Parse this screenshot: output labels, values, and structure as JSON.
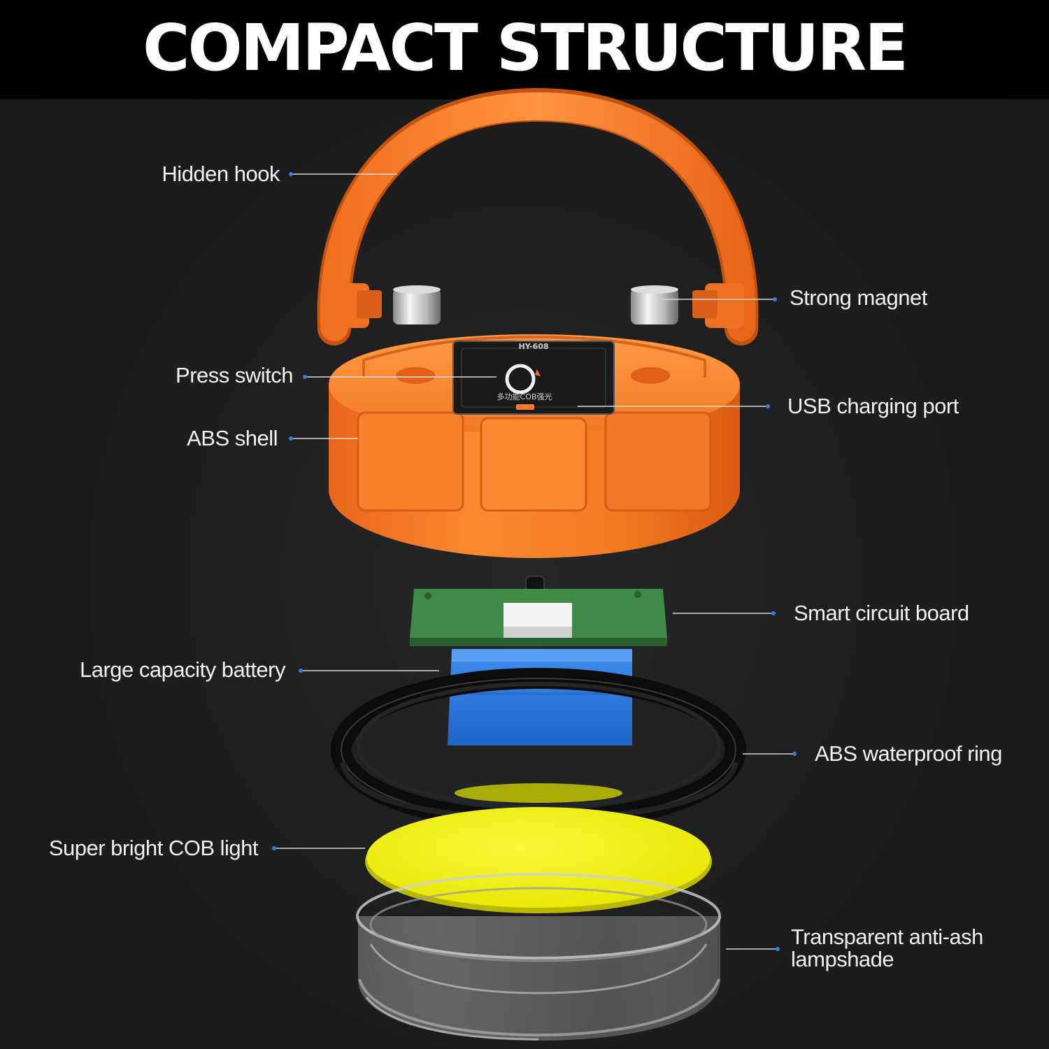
{
  "title": "COMPACT STRUCTURE",
  "colors": {
    "background": "#1c1c1c",
    "title_bar": "#000000",
    "accent_orange": "#f27a22",
    "circuit_green": "#3e8a46",
    "battery_blue": "#2f7fe0",
    "cob_yellow": "#f2f216",
    "leader_dot": "#2f7fe8"
  },
  "device_text": {
    "model": "HY-608",
    "panel_caption": "多功能COB强光"
  },
  "labels": {
    "hidden_hook": "Hidden hook",
    "strong_magnet": "Strong magnet",
    "press_switch": "Press switch",
    "usb_port": "USB charging port",
    "abs_shell": "ABS shell",
    "circuit_board": "Smart circuit board",
    "battery": "Large capacity battery",
    "waterproof_ring": "ABS waterproof ring",
    "cob_light": "Super bright COB light",
    "lampshade": "Transparent anti-ash lampshade"
  }
}
